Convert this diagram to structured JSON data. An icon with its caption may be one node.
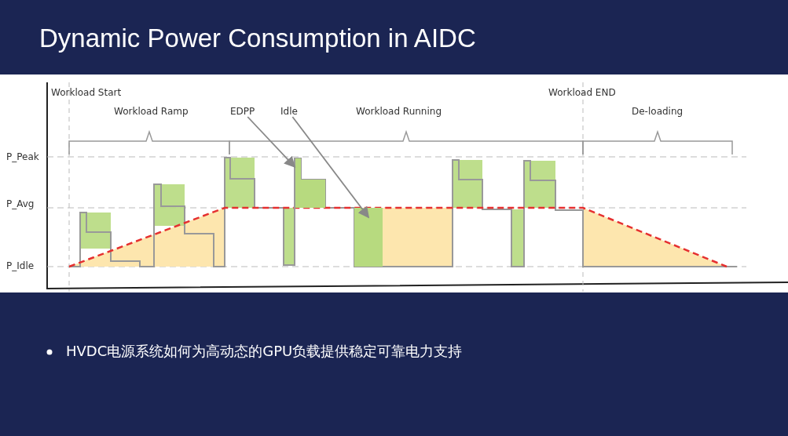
{
  "diagram": {
    "title": "Dynamic Power Consumption in AIDC",
    "nodes": [
      {
        "text": [
          "EDPP"
        ]
      },
      {
        "text": [
          "Idle"
        ]
      },
      {
        "text": [],
        "shape": "bar"
      },
      {
        "text": [],
        "shape": "box"
      }
    ],
    "edges": [
      {
        "from": 0,
        "to": 2,
        "arrow": "to"
      },
      {
        "from": 1,
        "to": 3,
        "arrow": "to"
      }
    ],
    "labels": [
      "Workload Start",
      "Workload END",
      "Workload Ramp",
      "Workload Running",
      "De-loading",
      "P_Peak",
      "P_Avg",
      "P_Idle",
      "HVDC电源系统如何为高动态的GPU负载提供稳定可靠电力支持"
    ]
  }
}
